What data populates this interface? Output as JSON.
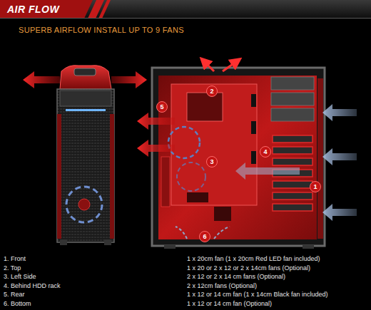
{
  "diagram": {
    "title": "AIR FLOW",
    "labels": [
      "SUPERB AIRFLOW INSTALL UP TO 9 FANS",
      "1",
      "2",
      "3",
      "4",
      "5",
      "6",
      "1. Front",
      "1 x 20cm fan (1 x 20cm Red LED fan included)",
      "2. Top",
      "1 x 20 or 2 x 12 or 2 x 14cm fans (Optional)",
      "3. Left Side",
      "2 x 12 or 2 x 14 cm fans (Optional)",
      "4. Behind HDD rack",
      "2 x 12cm fans (Optional)",
      "5. Rear",
      "1 x 12 or 14 cm fan (1 x 14cm Black fan included)",
      "6. Bottom",
      "1 x 12 or 14 cm fan (Optional)"
    ]
  }
}
